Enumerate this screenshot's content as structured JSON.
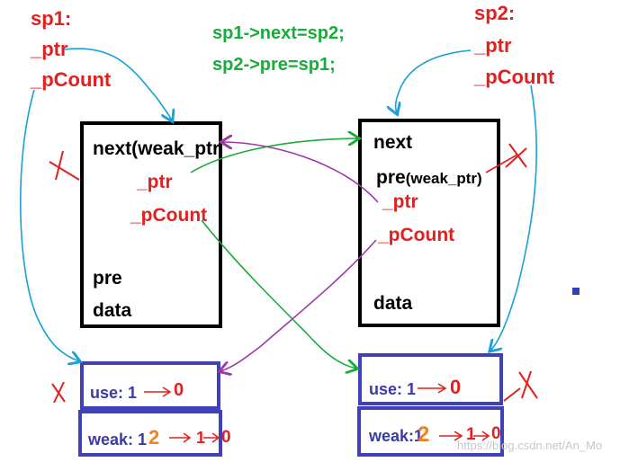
{
  "left": {
    "title": "sp1:",
    "ptr": "_ptr",
    "pcount": "_pCount",
    "node": {
      "next": "next(weak_ptr",
      "ptr": "_ptr",
      "pcount": "_pCount",
      "pre": "pre",
      "data": "data"
    },
    "use_label": "use: 1",
    "use_to": "0",
    "weak_label": "weak: 1",
    "weak_mid": "2",
    "weak_to": "1",
    "weak_end": "0"
  },
  "right": {
    "title": "sp2:",
    "ptr": "_ptr",
    "pcount": "_pCount",
    "node": {
      "next": "next",
      "pre_a": "pre",
      "pre_b": "(weak_ptr)",
      "ptr": "_ptr",
      "pcount": "_pCount",
      "data": "data"
    },
    "use_label": "use: 1",
    "use_to": "0",
    "weak_label": "weak:1",
    "weak_mid": "2",
    "weak_to": "1",
    "weak_end": "0"
  },
  "code": {
    "line1": "sp1->next=sp2;",
    "line2": "sp2->pre=sp1;"
  },
  "watermark": "https://blog.csdn.net/An_Mo",
  "colors": {
    "red": "#e0211f",
    "green": "#1aab3a",
    "blue_arrow": "#1a9fd8",
    "purple": "#9b3aa8",
    "count_box": "#4040b8",
    "orange": "#f08020"
  }
}
